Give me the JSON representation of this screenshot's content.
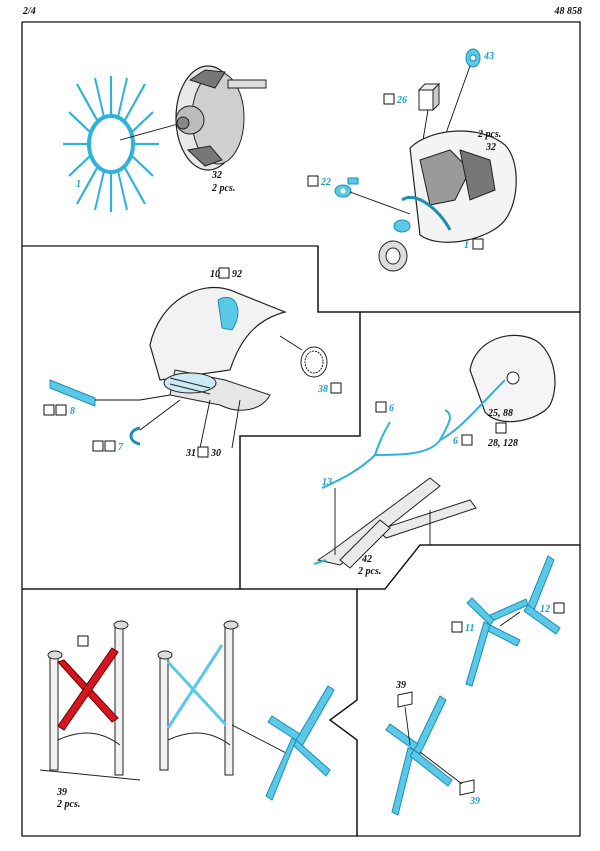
{
  "header": {
    "page": "2/4",
    "kit": "48 858"
  },
  "colors": {
    "etch": "#5ac8e6",
    "etch_outline": "#1b8fb5",
    "cross_brace": "#d8141e",
    "ink": "#222222"
  },
  "panel1": {
    "part_1": "1",
    "engine_part": "32",
    "engine_qty": "2 pcs.",
    "part_43": "43",
    "part_26": "26",
    "engine_qty_right": "2 pcs.",
    "engine_part_right": "32",
    "part_22": "22",
    "part_1_right": "1"
  },
  "panel2": {
    "part_10": "10",
    "part_92": "92",
    "part_38": "38",
    "part_8": "8",
    "part_7": "7",
    "part_31": "31",
    "part_30": "30"
  },
  "panel3": {
    "part_6_top": "6",
    "part_6_right": "6",
    "wheel_parts": "25, 88",
    "wheel_parts_b": "28, 128",
    "part_13": "13",
    "frame_part": "42",
    "frame_qty": "2 pcs."
  },
  "panel4": {
    "part_39": "39",
    "part_39_qty": "2 pcs."
  },
  "panel5": {
    "part_12": "12",
    "part_11": "11",
    "part_39_top": "39",
    "part_39_bottom": "39"
  }
}
